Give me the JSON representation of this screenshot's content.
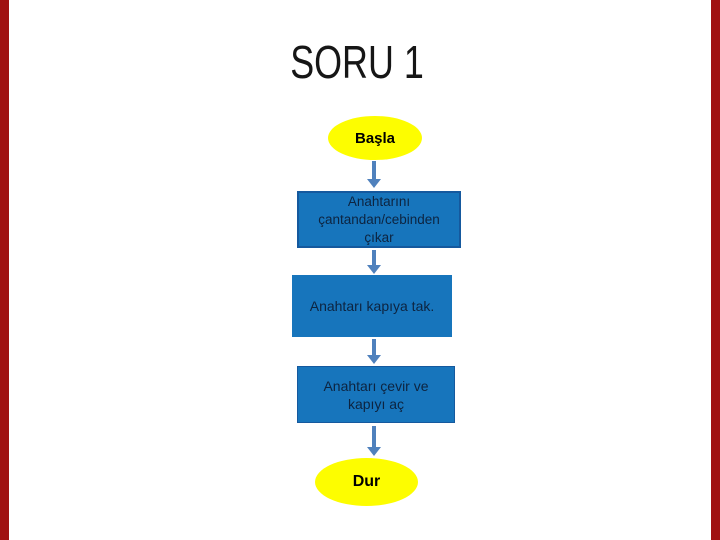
{
  "slide": {
    "title": "SORU 1"
  },
  "flowchart": {
    "start": {
      "shape": "terminator",
      "label": "Başla"
    },
    "step1": {
      "shape": "process",
      "lines": [
        "Anahtarını",
        "çantandan/cebinden",
        "çıkar"
      ]
    },
    "step2": {
      "shape": "process",
      "lines": [
        "Anahtarı kapıya tak."
      ]
    },
    "step3": {
      "shape": "process",
      "lines": [
        "Anahtarı çevir ve",
        "kapıyı aç"
      ]
    },
    "end": {
      "shape": "terminator",
      "label": "Dur"
    },
    "connector_icons": [
      "down-arrow-icon",
      "down-arrow-icon",
      "down-arrow-icon",
      "down-arrow-icon"
    ]
  },
  "colors": {
    "edge_bar": "#a01212",
    "title_color": "#161616",
    "terminator_fill": "#fdfd00",
    "process_fill": "#1775bc",
    "process_border": "#15599e",
    "process_text": "#0d2440",
    "arrow_color": "#4f81bd"
  }
}
